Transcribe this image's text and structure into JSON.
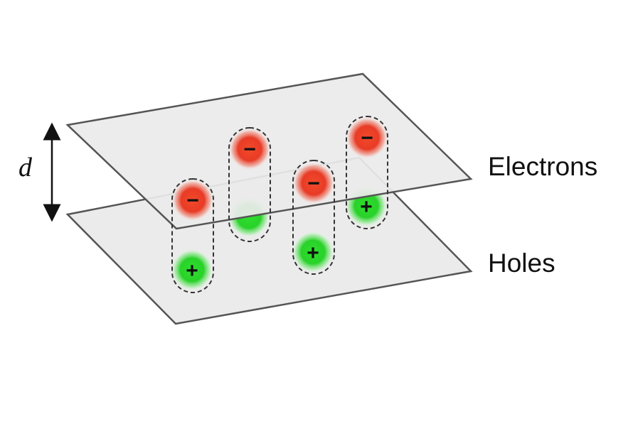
{
  "labels": {
    "separation": "d",
    "top_plane": "Electrons",
    "bottom_plane": "Holes"
  },
  "symbols": {
    "electron": "−",
    "hole": "+"
  },
  "colors": {
    "plane_fill": "#ebebeb",
    "plane_stroke": "#555555",
    "electron": "#e8321c",
    "hole": "#1fd01f",
    "pair_outline": "#333333",
    "arrow": "#111111"
  }
}
